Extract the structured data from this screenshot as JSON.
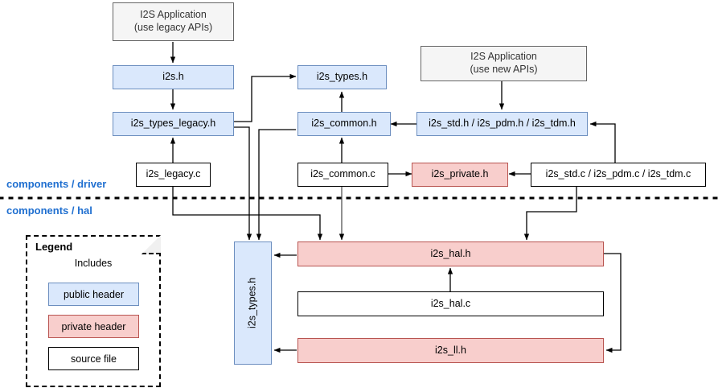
{
  "diagram": {
    "title": "I2S driver / HAL header inclusion diagram",
    "colors": {
      "public_header_fill": "#dae8fc",
      "public_header_stroke": "#6c8ebf",
      "private_header_fill": "#f8cecc",
      "private_header_stroke": "#b85450",
      "source_file_fill": "#ffffff",
      "source_file_stroke": "#000000",
      "application_fill": "#f5f5f5",
      "application_stroke": "#666666",
      "zone_label_color": "#1f6fd0",
      "arrow_color": "#000000"
    },
    "zones": [
      {
        "label": "components / driver"
      },
      {
        "label": "components / hal"
      }
    ],
    "nodes": {
      "app_legacy_line1": "I2S Application",
      "app_legacy_line2": "(use legacy APIs)",
      "app_new_line1": "I2S Application",
      "app_new_line2": "(use new APIs)",
      "i2s_h": "i2s.h",
      "i2s_types_legacy_h": "i2s_types_legacy.h",
      "i2s_legacy_c": "i2s_legacy.c",
      "i2s_types_h_top": "i2s_types.h",
      "i2s_common_h": "i2s_common.h",
      "i2s_common_c": "i2s_common.c",
      "i2s_private_h": "i2s_private.h",
      "i2s_std_h": "i2s_std.h / i2s_pdm.h / i2s_tdm.h",
      "i2s_std_c": "i2s_std.c / i2s_pdm.c / i2s_tdm.c",
      "i2s_types_h_vertical": "i2s_types.h",
      "i2s_hal_h": "i2s_hal.h",
      "i2s_hal_c": "i2s_hal.c",
      "i2s_ll_h": "i2s_ll.h"
    },
    "legend": {
      "title": "Legend",
      "includes_label": "Includes",
      "public_header": "public header",
      "private_header": "private header",
      "source_file": "source file"
    },
    "edges": [
      {
        "from": "app_legacy",
        "to": "i2s_h",
        "relation": "includes"
      },
      {
        "from": "i2s_h",
        "to": "i2s_types_legacy_h",
        "relation": "includes"
      },
      {
        "from": "i2s_h",
        "to": "i2s_types_h_top",
        "relation": "includes"
      },
      {
        "from": "i2s_legacy_c",
        "to": "i2s_types_legacy_h",
        "relation": "includes"
      },
      {
        "from": "i2s_legacy_c",
        "to": "i2s_hal_h",
        "relation": "includes"
      },
      {
        "from": "i2s_types_legacy_h",
        "to": "i2s_types_h_vertical",
        "relation": "includes"
      },
      {
        "from": "i2s_common_h",
        "to": "i2s_types_h_top",
        "relation": "includes"
      },
      {
        "from": "i2s_common_h",
        "to": "i2s_types_h_vertical",
        "relation": "includes"
      },
      {
        "from": "i2s_common_c",
        "to": "i2s_common_h",
        "relation": "includes"
      },
      {
        "from": "i2s_common_c",
        "to": "i2s_private_h",
        "relation": "includes"
      },
      {
        "from": "i2s_common_c",
        "to": "i2s_hal_h",
        "relation": "includes"
      },
      {
        "from": "app_new",
        "to": "i2s_std_h",
        "relation": "includes"
      },
      {
        "from": "i2s_std_h",
        "to": "i2s_common_h",
        "relation": "includes"
      },
      {
        "from": "i2s_std_c",
        "to": "i2s_std_h",
        "relation": "includes"
      },
      {
        "from": "i2s_std_c",
        "to": "i2s_private_h",
        "relation": "includes"
      },
      {
        "from": "i2s_std_c",
        "to": "i2s_hal_h",
        "relation": "includes"
      },
      {
        "from": "i2s_hal_h",
        "to": "i2s_types_h_vertical",
        "relation": "includes"
      },
      {
        "from": "i2s_hal_c",
        "to": "i2s_hal_h",
        "relation": "includes"
      },
      {
        "from": "i2s_hal_h",
        "to": "i2s_ll_h",
        "relation": "includes"
      },
      {
        "from": "i2s_ll_h",
        "to": "i2s_types_h_vertical",
        "relation": "includes"
      }
    ]
  }
}
